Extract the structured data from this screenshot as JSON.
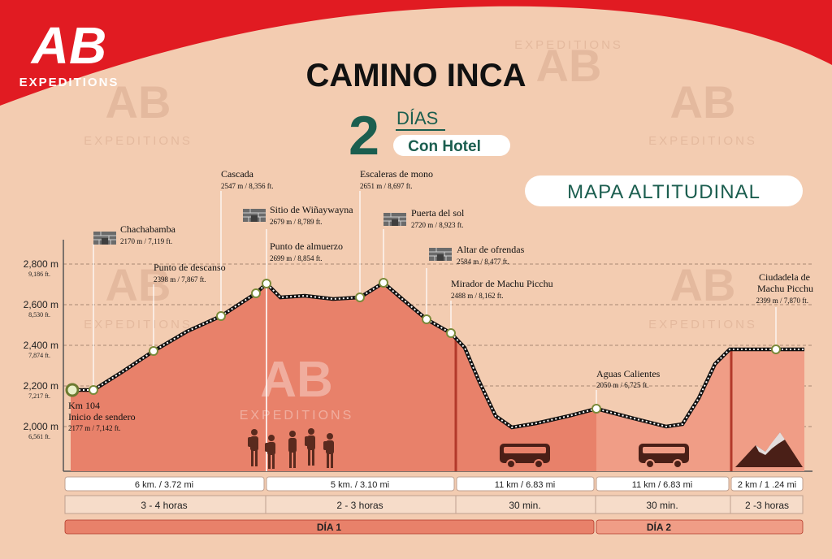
{
  "brand": {
    "logo_text": "AB",
    "subtitle": "EXPEDITIONS"
  },
  "header": {
    "title": "CAMINO INCA",
    "days_number": "2",
    "days_word": "DÍAS",
    "hotel_badge": "Con Hotel",
    "map_badge": "MAPA ALTITUDINAL"
  },
  "watermark": {
    "logo_text": "AB",
    "subtitle": "EXPEDITIONS"
  },
  "colors": {
    "brand_red": "#e11b22",
    "teal": "#1b5e4f",
    "day1_fill": "#e8816a",
    "day2_fill": "#f09d86",
    "background": "#f3ccb1"
  },
  "y_axis": {
    "ticks": [
      {
        "m": "2,800 m",
        "ft": "9,186 ft."
      },
      {
        "m": "2,600 m",
        "ft": "8,530 ft."
      },
      {
        "m": "2,400 m",
        "ft": "7,874 ft."
      },
      {
        "m": "2,200 m",
        "ft": "7,217 ft."
      },
      {
        "m": "2,000 m",
        "ft": "6,561 ft."
      }
    ]
  },
  "points": [
    {
      "name": "Km 104",
      "name2": "Inicio de sendero",
      "alt": "2177 m / 7,142 ft."
    },
    {
      "name": "Chachabamba",
      "alt": "2170 m / 7,119 ft.",
      "icon": "ruins-icon"
    },
    {
      "name": "Punto de descanso",
      "alt": "2398 m / 7,867 ft."
    },
    {
      "name": "Cascada",
      "alt": "2547 m / 8,356 ft."
    },
    {
      "name": "Sitio de Wiñaywayna",
      "alt": "2679 m / 8,789 ft.",
      "icon": "ruins-icon"
    },
    {
      "name": "Punto de almuerzo",
      "alt": "2699 m / 8,854 ft."
    },
    {
      "name": "Escaleras de mono",
      "alt": "2651 m / 8,697 ft."
    },
    {
      "name": "Puerta del sol",
      "alt": "2720 m / 8,923 ft.",
      "icon": "ruins-icon"
    },
    {
      "name": "Altar de ofrendas",
      "alt": "2584 m / 8,477 ft.",
      "icon": "ruins-icon"
    },
    {
      "name": "Mirador de Machu  Picchu",
      "alt": "2488 m / 8,162 ft."
    },
    {
      "name": "Aguas Calientes",
      "alt": "2050 m / 6,725 ft."
    },
    {
      "name": "Ciudadela de",
      "name2": "Machu  Picchu",
      "alt": "2399 m / 7,870 ft."
    }
  ],
  "segments": {
    "distances": [
      "6 km. / 3.72 mi",
      "5 km. / 3.10 mi",
      "11 km / 6.83 mi",
      "11 km / 6.83 mi",
      "2 km / 1 .24 mi"
    ],
    "durations": [
      "3 - 4 horas",
      "2 - 3 horas",
      "30 min.",
      "30 min.",
      "2 -3 horas"
    ],
    "days": [
      "DÍA 1",
      "DÍA 2"
    ]
  }
}
